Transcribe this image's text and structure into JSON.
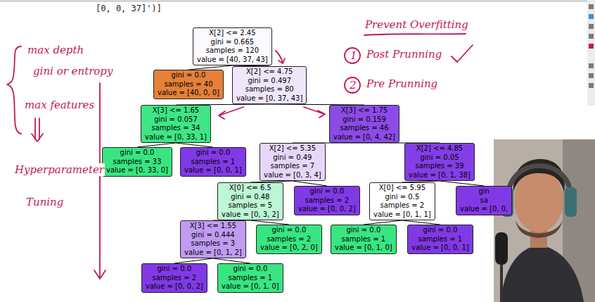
{
  "diagram": {
    "nodes": [
      {
        "text": [
          "X[2] <= 2.45",
          "gini = 0.665",
          "samples = 120",
          "value = [40, 37, 43]"
        ]
      },
      {
        "text": [
          "gini = 0.0",
          "samples = 40",
          "value = [40, 0, 0]"
        ]
      },
      {
        "text": [
          "X[2] <= 4.75",
          "gini = 0.497",
          "samples = 80",
          "value = [0, 37, 43]"
        ]
      },
      {
        "text": [
          "X[3] <= 1.65",
          "gini = 0.057",
          "samples = 34",
          "value = [0, 33, 1]"
        ]
      },
      {
        "text": [
          "X[3] <= 1.75",
          "gini = 0.159",
          "samples = 46",
          "value = [0, 4, 42]"
        ]
      },
      {
        "text": [
          "gini = 0.0",
          "samples = 33",
          "value = [0, 33, 0]"
        ]
      },
      {
        "text": [
          "gini = 0.0",
          "samples = 1",
          "value = [0, 0, 1]"
        ]
      },
      {
        "text": [
          "X[2] <= 5.35",
          "gini = 0.49",
          "samples = 7",
          "value = [0, 3, 4]"
        ]
      },
      {
        "text": [
          "X[2] <= 4.85",
          "gini = 0.05",
          "samples = 39",
          "value = [0, 1, 38]"
        ]
      },
      {
        "text": [
          "X[0] <= 6.5",
          "gini = 0.48",
          "samples = 5",
          "value = [0, 3, 2]"
        ]
      },
      {
        "text": [
          "gini = 0.0",
          "samples = 2",
          "value = [0, 0, 2]"
        ]
      },
      {
        "text": [
          "X[0] <= 5.95",
          "gini = 0.5",
          "samples = 2",
          "value = [0, 1, 1]"
        ]
      },
      {
        "text": [
          "gin",
          "sa",
          "value = [0, 0,"
        ]
      },
      {
        "text": [
          "X[3] <= 1.55",
          "gini = 0.444",
          "samples = 3",
          "value = [0, 1, 2]"
        ]
      },
      {
        "text": [
          "gini = 0.0",
          "samples = 2",
          "value = [0, 2, 0]"
        ]
      },
      {
        "text": [
          "gini = 0.0",
          "samples = 1",
          "value = [0, 1, 0]"
        ]
      },
      {
        "text": [
          "gini = 0.0",
          "samples = 1",
          "value = [0, 0, 1]"
        ]
      },
      {
        "text": [
          "gini = 0.0",
          "samples = 2",
          "value = [0, 0, 2]"
        ]
      },
      {
        "text": [
          "gini = 0.0",
          "samples = 1",
          "value = [0, 1, 0]"
        ]
      }
    ],
    "edges": [
      {
        "from": 0,
        "to": 1,
        "arrow": "none"
      },
      {
        "from": 0,
        "to": 2,
        "arrow": "none"
      },
      {
        "from": 2,
        "to": 3,
        "arrow": "none"
      },
      {
        "from": 2,
        "to": 4,
        "arrow": "none"
      },
      {
        "from": 3,
        "to": 5,
        "arrow": "none"
      },
      {
        "from": 3,
        "to": 6,
        "arrow": "none"
      },
      {
        "from": 4,
        "to": 7,
        "arrow": "none"
      },
      {
        "from": 4,
        "to": 8,
        "arrow": "none"
      },
      {
        "from": 7,
        "to": 9,
        "arrow": "none"
      },
      {
        "from": 7,
        "to": 10,
        "arrow": "none"
      },
      {
        "from": 8,
        "to": 11,
        "arrow": "none"
      },
      {
        "from": 8,
        "to": 12,
        "arrow": "none"
      },
      {
        "from": 9,
        "to": 13,
        "arrow": "none"
      },
      {
        "from": 9,
        "to": 14,
        "arrow": "none"
      },
      {
        "from": 11,
        "to": 15,
        "arrow": "none"
      },
      {
        "from": 11,
        "to": 16,
        "arrow": "none"
      },
      {
        "from": 13,
        "to": 17,
        "arrow": "none"
      },
      {
        "from": 13,
        "to": 18,
        "arrow": "none"
      }
    ],
    "labels": [
      "[0, 0, 37]')]",
      "max depth",
      "gini or entropy",
      "max features",
      "Hyperparameter",
      "Tuning",
      "Prevent Overfitting",
      "1",
      "Post Prunning",
      "2",
      "Pre Prunning"
    ]
  }
}
